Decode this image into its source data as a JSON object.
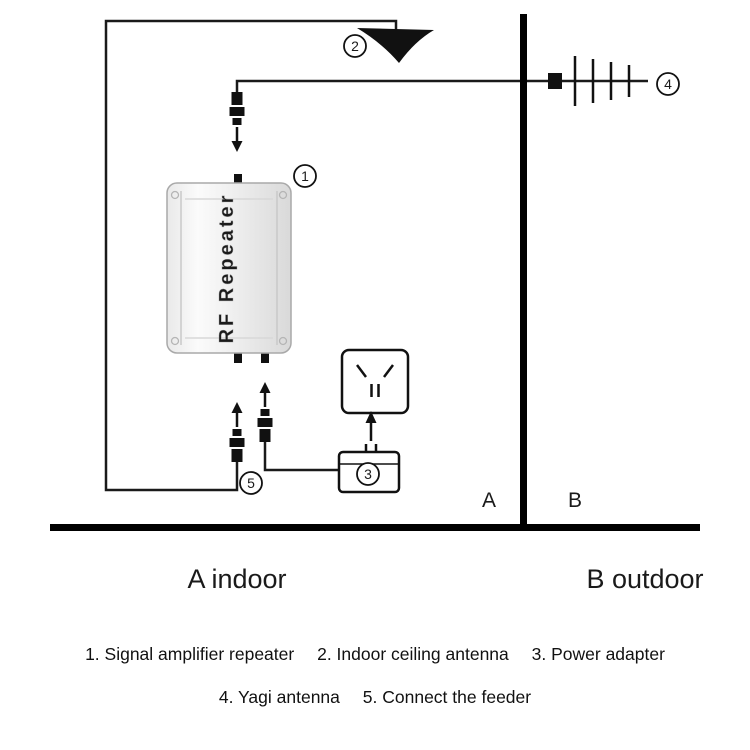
{
  "diagram": {
    "device_label": "RF Repeater",
    "callouts": {
      "repeater": "1",
      "ceiling_antenna": "2",
      "power_adapter": "3",
      "yagi_antenna": "4",
      "feeder": "5"
    },
    "zone_labels": {
      "indoor": "A",
      "outdoor": "B"
    },
    "captions": {
      "indoor": "A indoor",
      "outdoor": "B outdoor"
    }
  },
  "legend": {
    "items": [
      "1. Signal amplifier repeater",
      "2. Indoor ceiling antenna",
      "3. Power adapter",
      "4. Yagi antenna",
      "5. Connect the feeder"
    ]
  }
}
